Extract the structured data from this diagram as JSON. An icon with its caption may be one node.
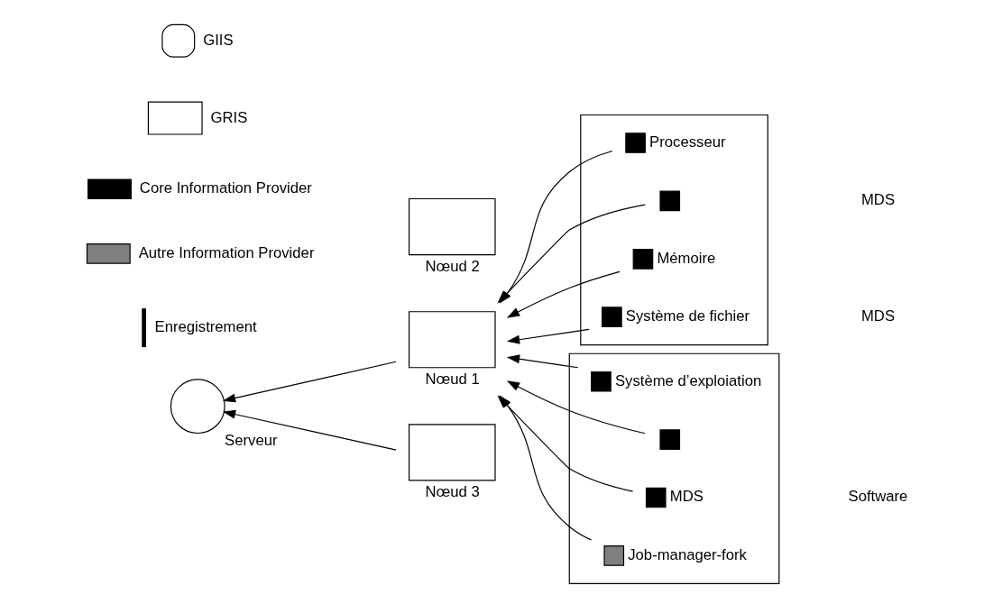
{
  "diagram": {
    "nodes": [
      {
        "text": [],
        "shape": "circle",
        "beside": [
          "Serveur"
        ]
      },
      {
        "text": [],
        "shape": "box",
        "beside": [
          "Nœud 1"
        ]
      },
      {
        "text": [],
        "shape": "box",
        "beside": [
          "Nœud 2"
        ]
      },
      {
        "text": [],
        "shape": "box",
        "beside": [
          "Nœud 3"
        ]
      },
      {
        "text": [],
        "shape": "box"
      },
      {
        "text": [],
        "shape": "box",
        "in": 4,
        "beside": [
          "Processeur"
        ]
      },
      {
        "text": [],
        "shape": "box",
        "in": 4
      },
      {
        "text": [],
        "shape": "box",
        "in": 4,
        "beside": [
          "Mémoire"
        ]
      },
      {
        "text": [],
        "shape": "box",
        "in": 4,
        "beside": [
          "Système de fichier"
        ]
      },
      {
        "text": [],
        "shape": "box"
      },
      {
        "text": [],
        "shape": "box",
        "in": 9,
        "beside": [
          "Système d’exploiation"
        ]
      },
      {
        "text": [],
        "shape": "box",
        "in": 9
      },
      {
        "text": [],
        "shape": "box",
        "in": 9,
        "beside": [
          "MDS"
        ]
      },
      {
        "text": [],
        "shape": "box",
        "in": 9,
        "beside": [
          "Job-manager-fork"
        ]
      }
    ],
    "edges": [
      {
        "from": 1,
        "to": 0,
        "arrow": "to"
      },
      {
        "from": 3,
        "to": 0,
        "arrow": "to"
      },
      {
        "from": 5,
        "to": 1,
        "arrow": "to"
      },
      {
        "from": 6,
        "to": 1,
        "arrow": "to"
      },
      {
        "from": 7,
        "to": 1,
        "arrow": "to"
      },
      {
        "from": 8,
        "to": 1,
        "arrow": "to"
      },
      {
        "from": 10,
        "to": 1,
        "arrow": "to"
      },
      {
        "from": 11,
        "to": 1,
        "arrow": "to"
      },
      {
        "from": 12,
        "to": 1,
        "arrow": "to"
      },
      {
        "from": 13,
        "to": 1,
        "arrow": "to"
      }
    ],
    "labels": [
      "MDS",
      "MDS",
      "Software"
    ],
    "legend": [
      {
        "text": "GIIS"
      },
      {
        "text": "GRIS"
      },
      {
        "text": "Core Information Provider",
        "color": "#000000"
      },
      {
        "text": "Autre Information Provider",
        "color": "#808080"
      },
      {
        "text": "Enregistrement"
      }
    ]
  }
}
